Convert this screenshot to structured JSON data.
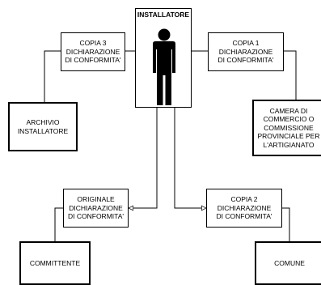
{
  "installer": {
    "title": "INSTALLATORE",
    "icon": "person-icon"
  },
  "copies": {
    "copy3": "COPIA 3\nDICHIARAZIONE\nDI CONFORMITA'",
    "copy1": "COPIA 1\nDICHIARAZIONE\nDI CONFORMITA'",
    "original": "ORIGINALE\nDICHIARAZIONE\nDI CONFORMITA'",
    "copy2": "COPIA 2\nDICHIARAZIONE\nDI CONFORMITA'"
  },
  "recipients": {
    "archive": "ARCHIVIO\nINSTALLATORE",
    "chamber": "CAMERA DI\nCOMMERCIO O\nCOMMISSIONE\nPROVINCIALE PER\nL'ARTIGIANATO",
    "client": "COMMITTENTE",
    "municipality": "COMUNE"
  }
}
